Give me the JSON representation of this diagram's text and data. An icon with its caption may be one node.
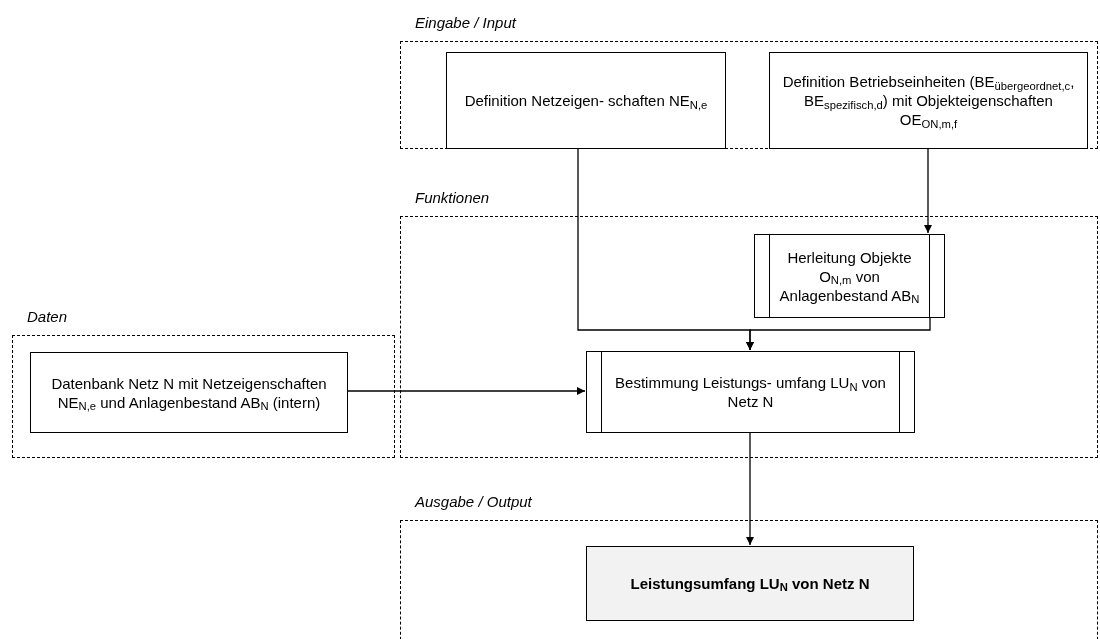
{
  "diagram": {
    "nodes": [
      {
        "text": [
          "Eingabe / Input"
        ]
      },
      {
        "text": [
          "Definition Netzeigen- schaften NE$_{N,e}$"
        ],
        "in": 0
      },
      {
        "text": [
          "Definition Betriebseinheiten (BE$_{übergeordnet,c}$, BE$_{spezifisch,d}$) mit Objekteigenschaften OE$_{O}$$_{N,m}$$_{,f}$"
        ],
        "in": 0
      },
      {
        "text": [
          "Daten"
        ]
      },
      {
        "text": [
          "Datenbank Netz N mit Netzeigenschaften NE$_{N,e}$ und Anlagenbestand AB$_{N}$ (intern)"
        ],
        "in": 3
      },
      {
        "text": [
          "Funktionen"
        ]
      },
      {
        "text": [
          "Herleitung Objekte O$_{N,m}$ von Anlagenbestand AB$_{N}$"
        ],
        "in": 5
      },
      {
        "text": [
          "Bestimmung Leistungs- umfang LU$_{N}$ von Netz N"
        ],
        "in": 5
      },
      {
        "text": [
          "Ausgabe / Output"
        ]
      },
      {
        "text": [
          "Leistungsumfang LU$_{N}$ von Netz N"
        ],
        "in": 8
      }
    ],
    "edges": [
      {
        "from": 1,
        "to": 7,
        "arrow": "to"
      },
      {
        "from": 6,
        "to": 7,
        "arrow": "to"
      },
      {
        "from": 2,
        "to": 6,
        "arrow": "to"
      },
      {
        "from": 4,
        "to": 7,
        "arrow": "to"
      },
      {
        "from": 7,
        "to": 9,
        "arrow": "to"
      }
    ]
  }
}
